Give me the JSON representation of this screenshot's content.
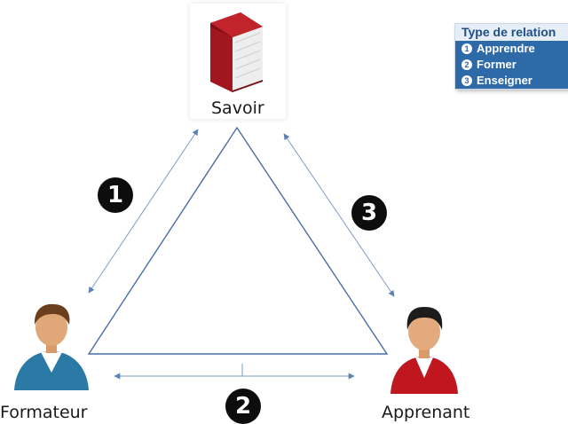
{
  "nodes": {
    "savoir": "Savoir",
    "formateur": "Formateur",
    "apprenant": "Apprenant"
  },
  "legend": {
    "title": "Type de relation",
    "items": [
      {
        "num": "1",
        "label": "Apprendre"
      },
      {
        "num": "2",
        "label": "Former"
      },
      {
        "num": "3",
        "label": "Enseigner"
      }
    ]
  },
  "relations": [
    {
      "num": "1",
      "from": "Savoir",
      "to": "Formateur"
    },
    {
      "num": "2",
      "from": "Formateur",
      "to": "Apprenant"
    },
    {
      "num": "3",
      "from": "Savoir",
      "to": "Apprenant"
    }
  ],
  "colors": {
    "triangle": "#4a6ea3",
    "arrow": "#6f93be",
    "legend_bg": "#2f6aa8",
    "book": "#a2171f",
    "formateur_shirt": "#2b7aa6",
    "apprenant_shirt": "#c0161e"
  }
}
